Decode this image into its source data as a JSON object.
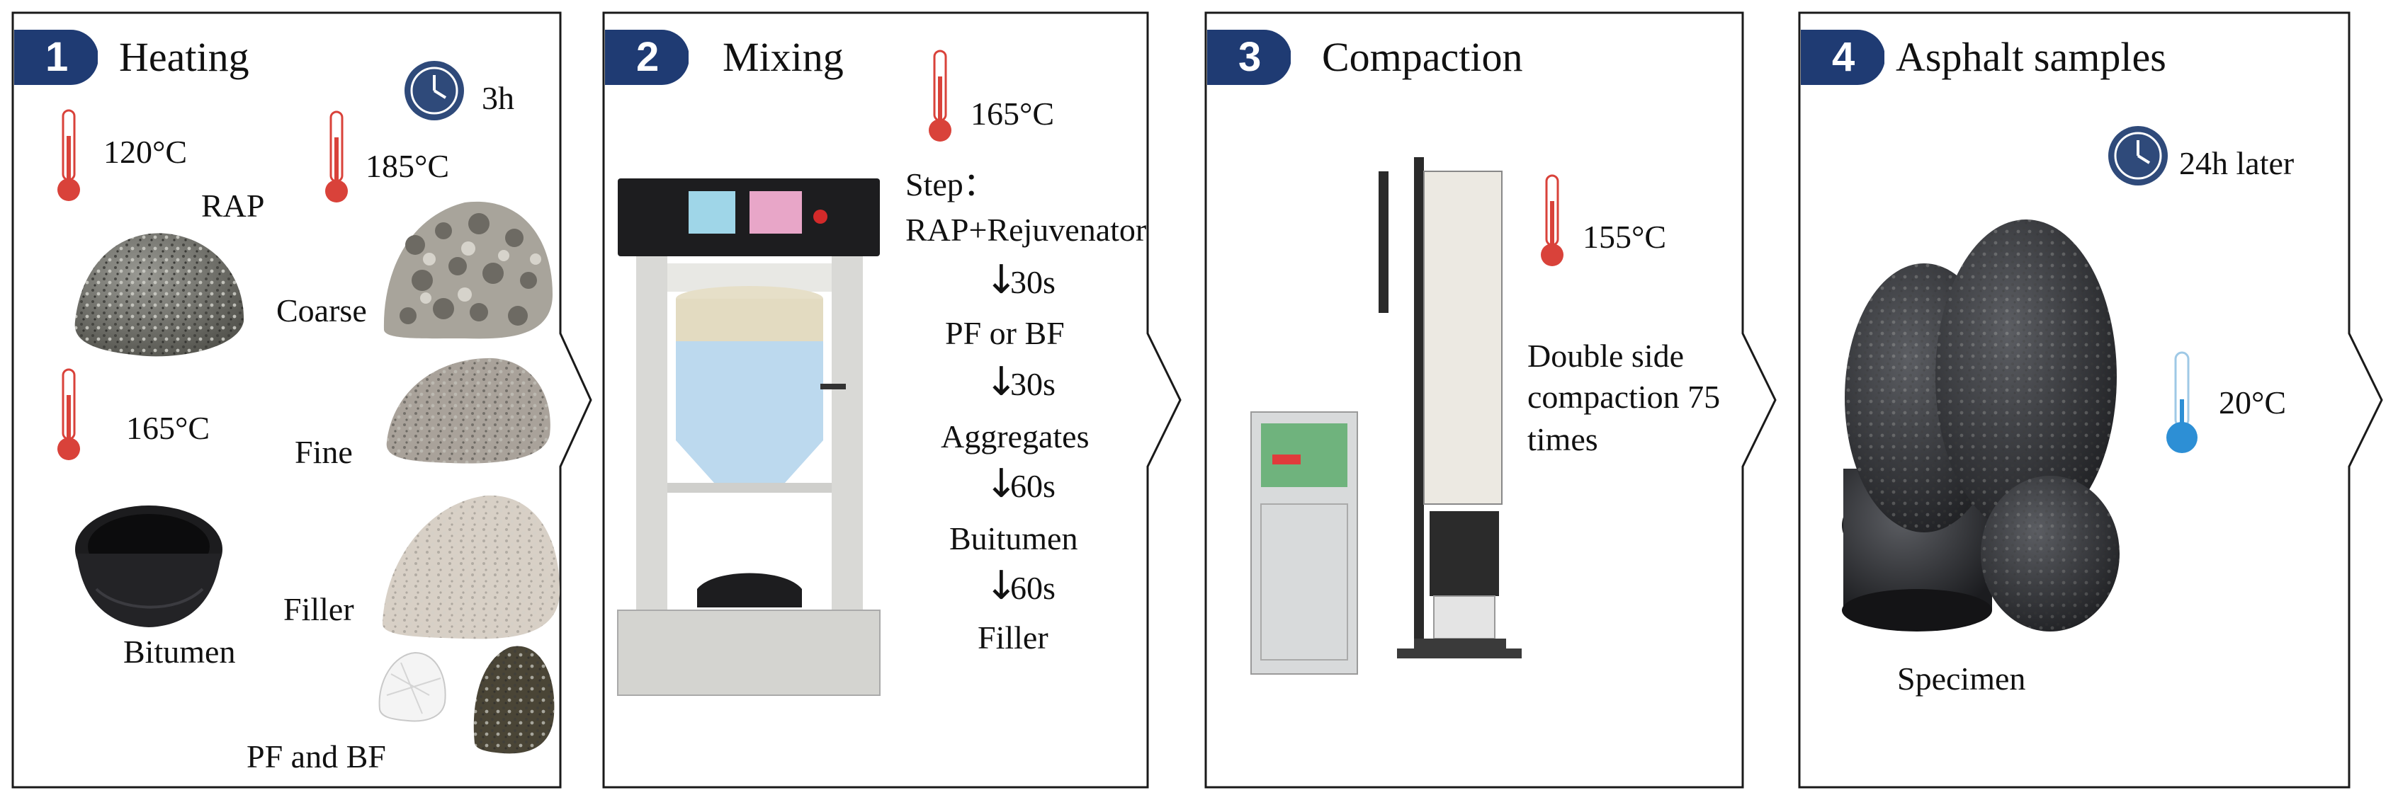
{
  "colors": {
    "badge": "#1f3b73",
    "thermometer_hot": "#d9423a",
    "thermometer_cold": "#2d8fd5",
    "clock": "#2f4a7a",
    "panel_border": "#1a1a1a"
  },
  "icons": [
    "thermometer-icon",
    "clock-icon",
    "arrow-down-icon"
  ],
  "panels": [
    {
      "number": "1",
      "title": "Heating",
      "clock_time": "3h",
      "rap_temp": "120°C",
      "agg_temp": "185°C",
      "bitumen_temp": "165°C",
      "labels": {
        "rap": "RAP",
        "coarse": "Coarse",
        "fine": "Fine",
        "filler": "Filler",
        "bitumen": "Bitumen",
        "fibers": "PF and BF"
      }
    },
    {
      "number": "2",
      "title": "Mixing",
      "temp": "165°C",
      "step_label": "Step：",
      "steps": [
        "RAP+Rejuvenator",
        "PF or BF",
        "Aggregates",
        "Buitumen",
        "Filler"
      ],
      "times": [
        "30s",
        "30s",
        "60s",
        "60s"
      ]
    },
    {
      "number": "3",
      "title": "Compaction",
      "temp": "155°C",
      "desc_lines": [
        "Double side",
        "compaction 75",
        "times"
      ]
    },
    {
      "number": "4",
      "title": "Asphalt samples",
      "clock_time": "24h later",
      "temp": "20°C",
      "specimen_label": "Specimen"
    }
  ]
}
